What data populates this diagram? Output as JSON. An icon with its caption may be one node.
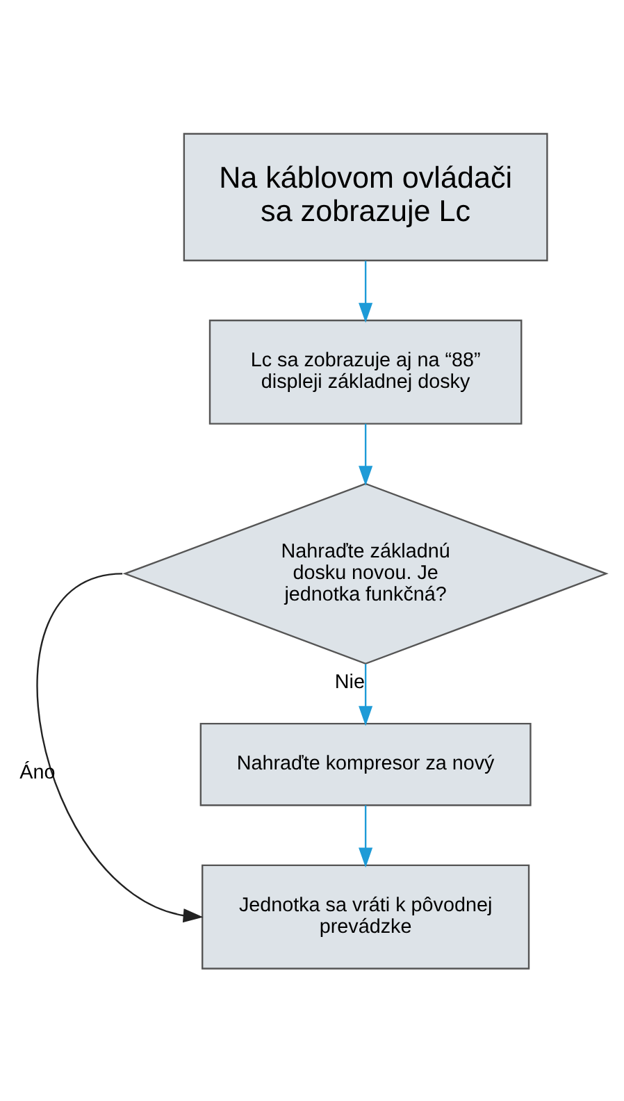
{
  "diagram": {
    "nodes": [
      {
        "text": [
          "Na káblovom ovládači sa zobrazuje Lc"
        ]
      },
      {
        "text": [
          "Lc sa zobrazuje aj na “88” displeji základnej dosky"
        ]
      },
      {
        "text": [
          "Nahraďte základnú dosku novou. Je jednotka funkčná?"
        ]
      },
      {
        "text": [
          "Nahraďte kompresor za nový"
        ]
      },
      {
        "text": [
          "Jednotka sa vráti k pôvodnej prevádzke"
        ]
      }
    ],
    "edges": [
      {
        "from": 0,
        "to": 1,
        "arrow": "to"
      },
      {
        "from": 1,
        "to": 2,
        "arrow": "to"
      },
      {
        "from": 2,
        "to": 3,
        "arrow": "to",
        "label": "Nie"
      },
      {
        "from": 3,
        "to": 4,
        "arrow": "to"
      },
      {
        "from": 2,
        "to": 4,
        "arrow": "to",
        "label": "Áno",
        "color": "#222222"
      }
    ]
  }
}
